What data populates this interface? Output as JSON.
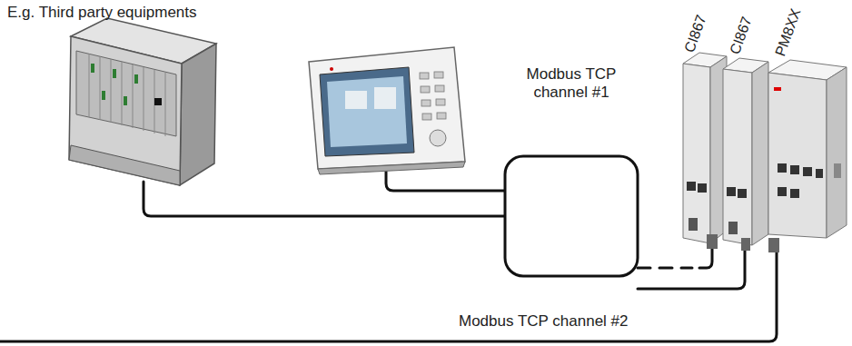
{
  "diagram": {
    "nodes": [
      {
        "text": [
          "CI867"
        ]
      },
      {
        "text": [
          "CI867"
        ]
      },
      {
        "text": [
          "PM8XX"
        ]
      }
    ],
    "labels": [
      "E.g. Third party equipments",
      "Modbus TCP channel #1",
      "Modbus TCP channel #2"
    ]
  }
}
